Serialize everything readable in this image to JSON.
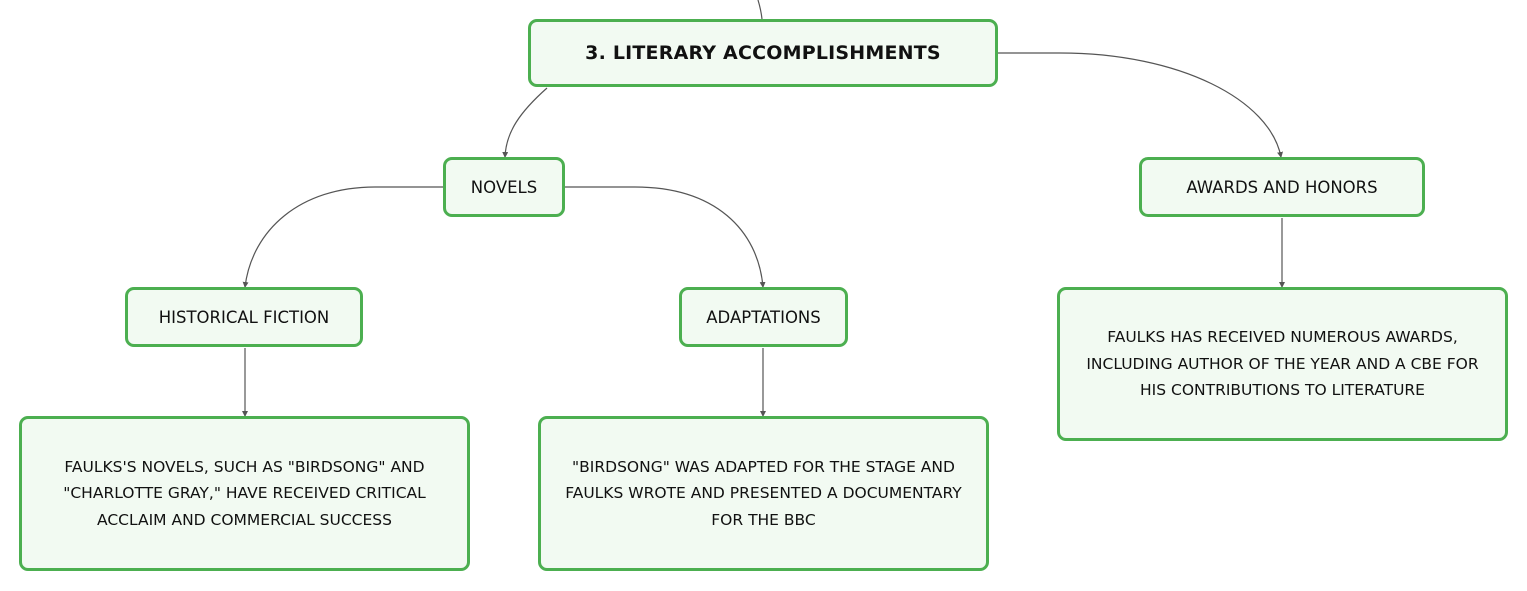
{
  "mindmap": {
    "root": {
      "label": "3. LITERARY ACCOMPLISHMENTS"
    },
    "novels": {
      "label": "NOVELS"
    },
    "awards": {
      "label": "AWARDS AND HONORS"
    },
    "historical_fiction": {
      "label": "HISTORICAL FICTION"
    },
    "adaptations": {
      "label": "ADAPTATIONS"
    },
    "historical_fiction_detail": {
      "text": "FAULKS'S NOVELS, SUCH AS \"BIRDSONG\" AND \"CHARLOTTE GRAY,\" HAVE RECEIVED CRITICAL ACCLAIM AND COMMERCIAL SUCCESS"
    },
    "adaptations_detail": {
      "text": "\"BIRDSONG\" WAS ADAPTED FOR THE STAGE AND FAULKS WROTE AND PRESENTED A DOCUMENTARY FOR THE BBC"
    },
    "awards_detail": {
      "text": "FAULKS HAS RECEIVED NUMEROUS AWARDS, INCLUDING AUTHOR OF THE YEAR AND A CBE FOR HIS CONTRIBUTIONS TO LITERATURE"
    }
  },
  "colors": {
    "node_border": "#4caf50",
    "node_fill": "#f2faf2",
    "connector": "#555555",
    "text": "#111111"
  }
}
